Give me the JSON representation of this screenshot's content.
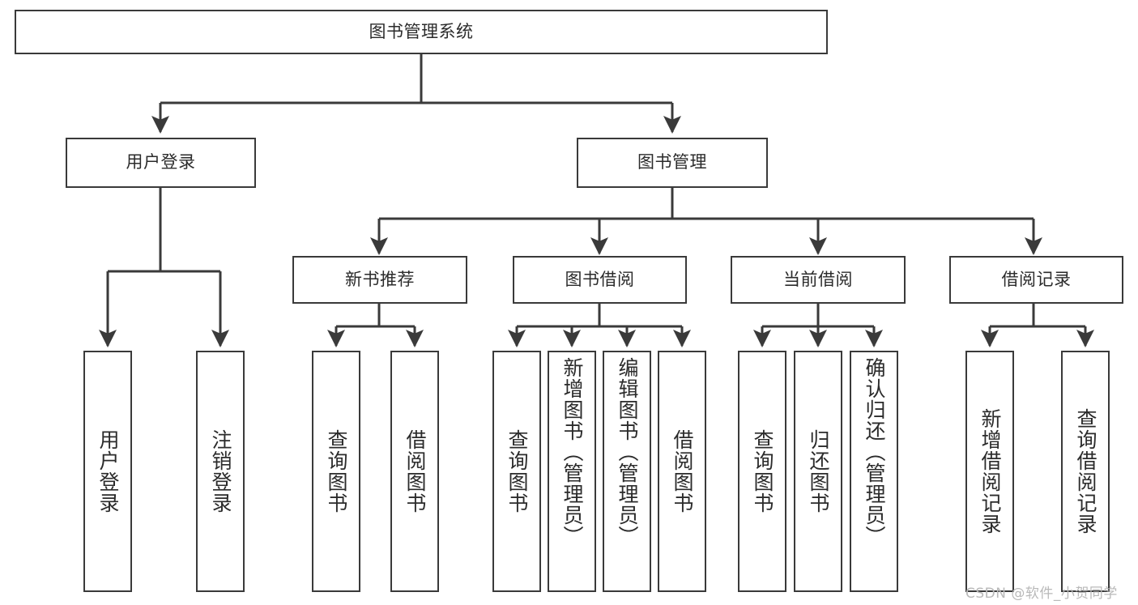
{
  "diagram": {
    "type": "tree-hierarchy",
    "title": "图书管理系统",
    "watermark": "CSDN @软件_小贺同学",
    "colors": {
      "stroke": "#3a3a3a",
      "fill": "#ffffff",
      "text": "#2b2b2b",
      "watermark": "#b9b9b9",
      "background": "#ffffff"
    },
    "nodes": {
      "root": {
        "label": "图书管理系统"
      },
      "level2": [
        {
          "label": "用户登录"
        },
        {
          "label": "图书管理"
        }
      ],
      "level3": [
        {
          "label": "新书推荐"
        },
        {
          "label": "图书借阅"
        },
        {
          "label": "当前借阅"
        },
        {
          "label": "借阅记录"
        }
      ],
      "leaves_user_login": [
        {
          "label": "用户登录"
        },
        {
          "label": "注销登录"
        }
      ],
      "leaves_new_book": [
        {
          "label": "查询图书"
        },
        {
          "label": "借阅图书"
        }
      ],
      "leaves_borrow": [
        {
          "label": "查询图书"
        },
        {
          "label": "新增图书（管理员）"
        },
        {
          "label": "编辑图书（管理员）"
        },
        {
          "label": "借阅图书"
        }
      ],
      "leaves_current": [
        {
          "label": "查询图书"
        },
        {
          "label": "归还图书"
        },
        {
          "label": "确认归还（管理员）"
        }
      ],
      "leaves_record": [
        {
          "label": "新增借阅记录"
        },
        {
          "label": "查询借阅记录"
        }
      ]
    }
  }
}
